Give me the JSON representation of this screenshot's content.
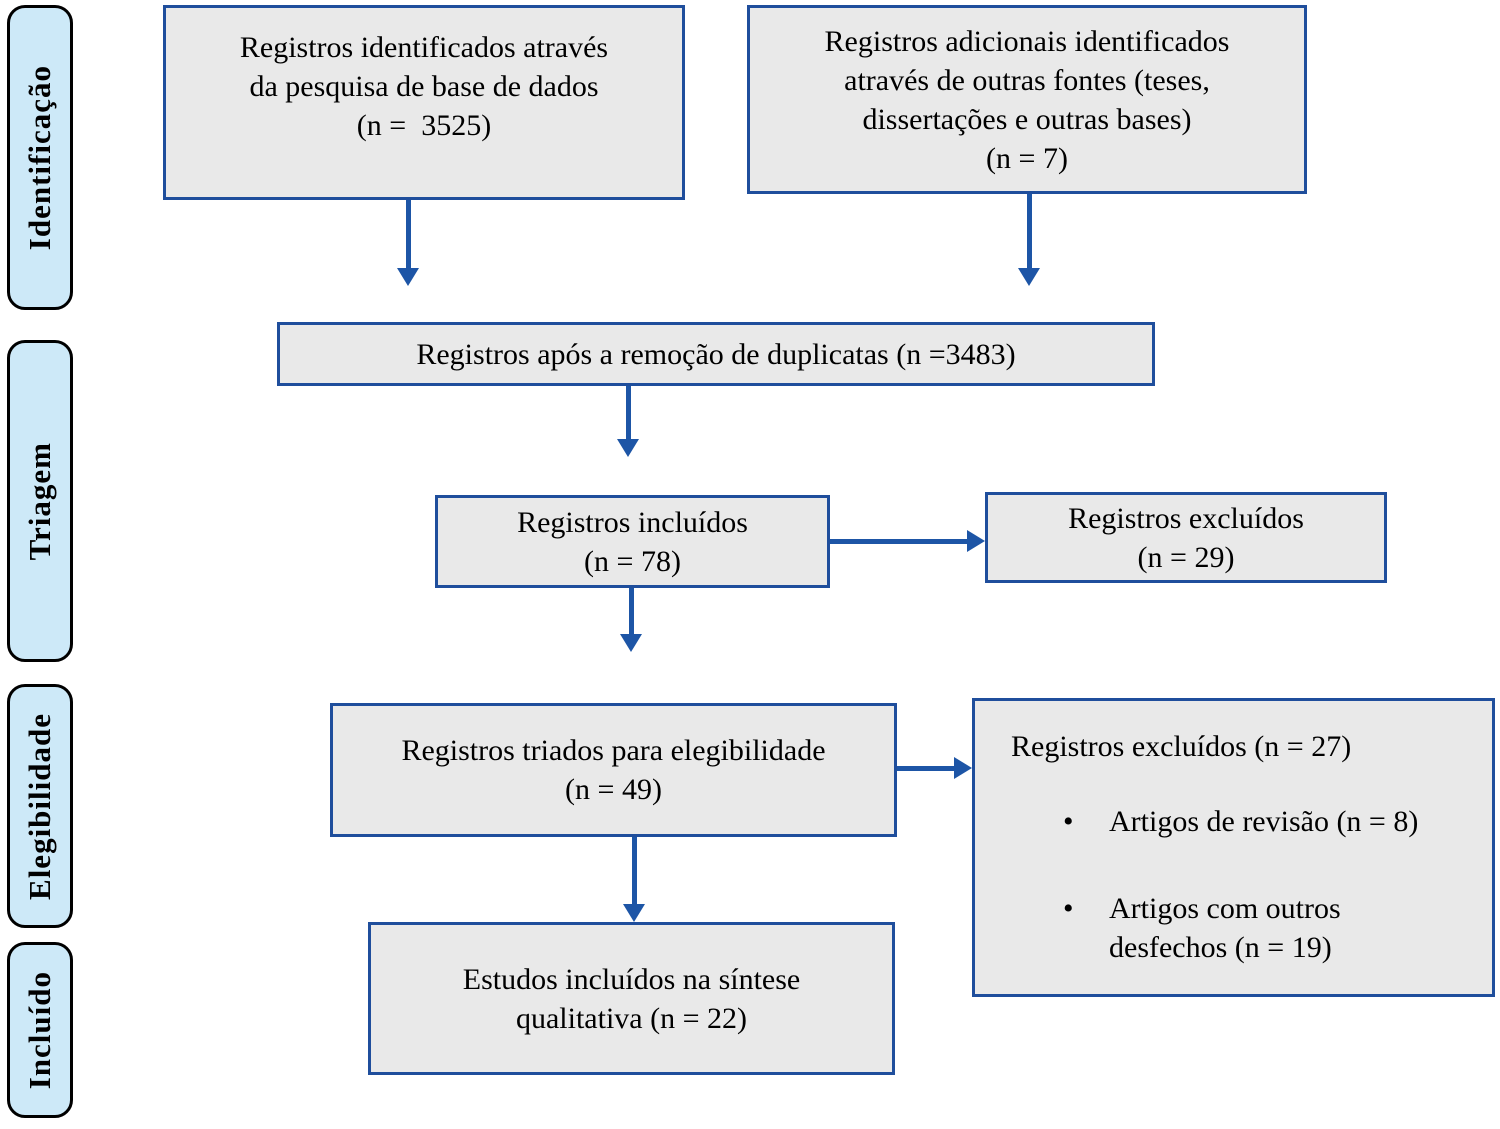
{
  "diagram": {
    "type": "prisma-flow",
    "language": "pt",
    "stages": [
      {
        "label": "Identificação"
      },
      {
        "label": "Triagem"
      },
      {
        "label": "Elegibilidade"
      },
      {
        "label": "Incluído"
      }
    ],
    "boxes": {
      "identified_db": {
        "text": "Registros identificados através\nda pesquisa de base de dados\n(n =  3525)",
        "n": 3525
      },
      "identified_other": {
        "text": "Registros adicionais identificados\natravés de outras fontes (teses,\ndissertações e outras bases)\n(n = 7)",
        "n": 7
      },
      "deduplicated": {
        "text": "Registros após a remoção de duplicatas (n =3483)",
        "n": 3483
      },
      "records_included": {
        "text": "Registros incluídos\n(n = 78)",
        "n": 78
      },
      "records_excluded_screening": {
        "text": "Registros excluídos\n(n = 29)",
        "n": 29
      },
      "screened_eligibility": {
        "text": "Registros triados para elegibilidade\n(n = 49)",
        "n": 49
      },
      "excluded_eligibility": {
        "title": "Registros excluídos (n = 27)",
        "n": 27,
        "bullet_char": "•",
        "bullets": [
          {
            "text": "Artigos de revisão (n = 8)",
            "n": 8
          },
          {
            "text": "Artigos com outros\ndesfechos (n = 19)",
            "n": 19
          }
        ]
      },
      "included_qualitative": {
        "text": "Estudos incluídos na síntese\nqualitativa (n = 22)",
        "n": 22
      }
    },
    "colors": {
      "background": "#ffffff",
      "text": "#000000",
      "box_fill": "#e9e9e9",
      "box_border": "#1f4e9c",
      "arrow": "#1d55a6",
      "stage_fill": "#cde9f8",
      "stage_border": "#000000"
    }
  }
}
